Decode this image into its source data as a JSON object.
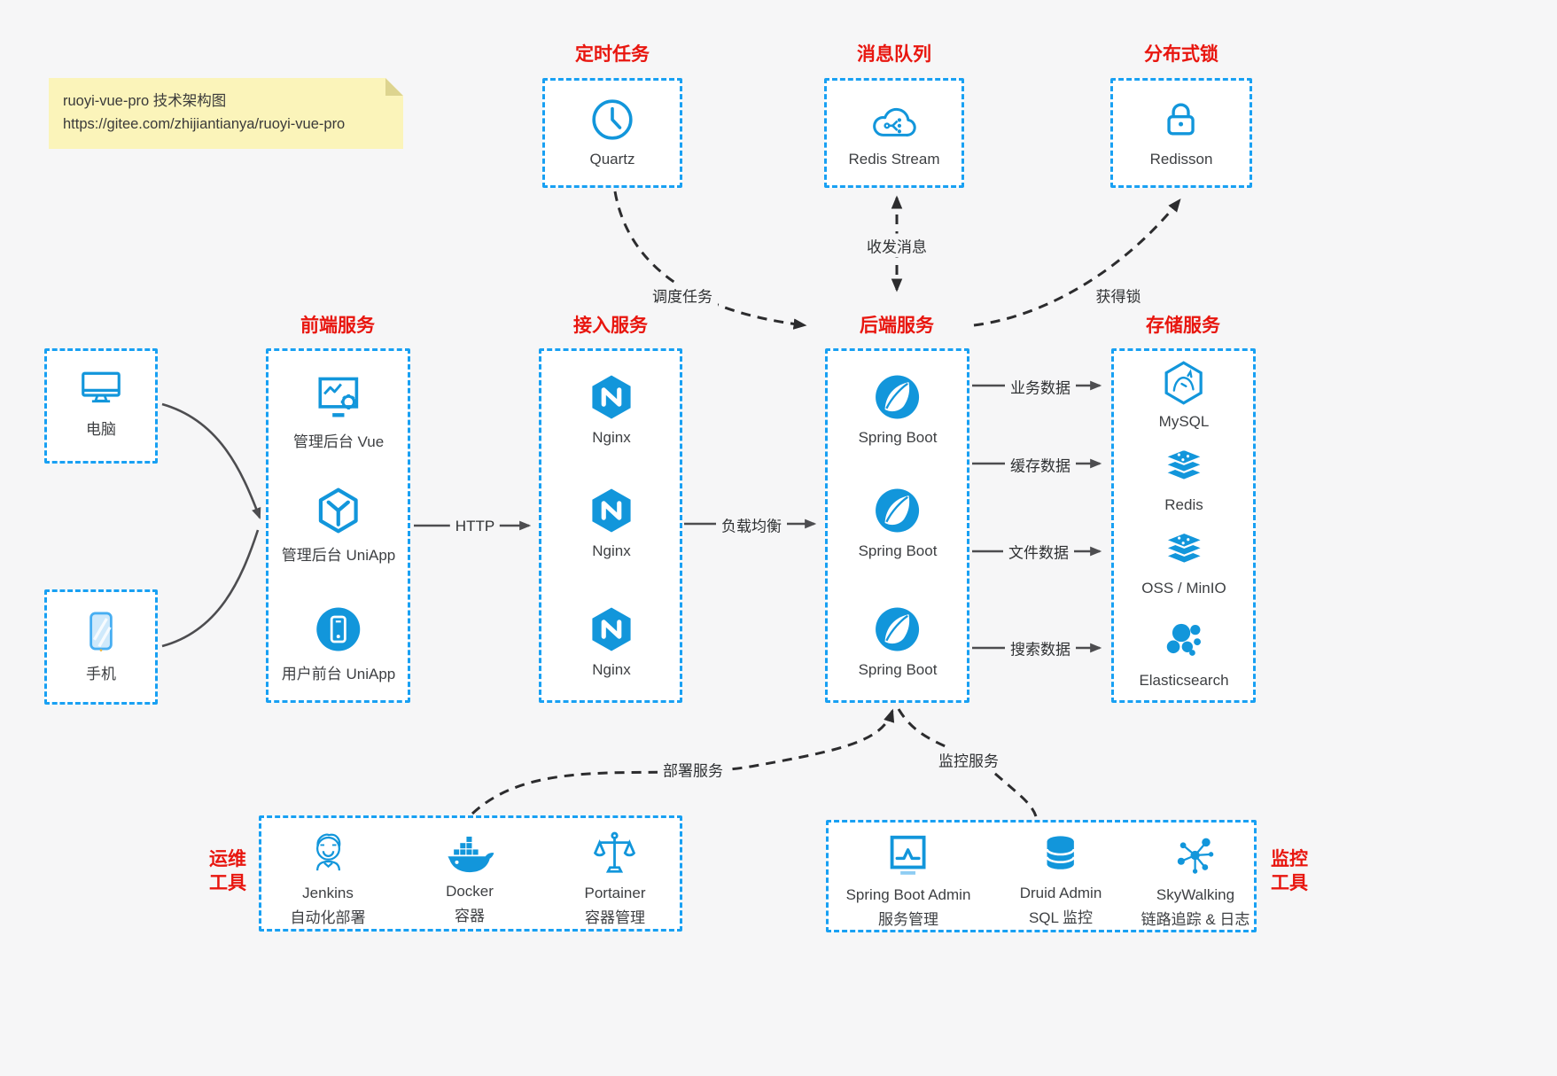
{
  "meta": {
    "bg": "#f6f6f7",
    "accent_blue": "#1296db",
    "border_blue": "#18a0f3",
    "title_red": "#e8160f",
    "note_bg": "#fbf4ba"
  },
  "note": {
    "line1": "ruoyi-vue-pro 技术架构图",
    "line2": "https://gitee.com/zhijiantianya/ruoyi-vue-pro"
  },
  "top_groups": [
    {
      "title": "定时任务",
      "item": {
        "icon": "clock-icon",
        "label": "Quartz"
      }
    },
    {
      "title": "消息队列",
      "item": {
        "icon": "mq-cloud-icon",
        "label": "Redis Stream"
      }
    },
    {
      "title": "分布式锁",
      "item": {
        "icon": "lock-icon",
        "label": "Redisson"
      }
    }
  ],
  "clients": [
    {
      "icon": "desktop-icon",
      "label": "电脑"
    },
    {
      "icon": "smartphone-icon",
      "label": "手机"
    }
  ],
  "columns": [
    {
      "title": "前端服务",
      "items": [
        {
          "icon": "admin-vue-icon",
          "label": "管理后台 Vue"
        },
        {
          "icon": "uniapp-cube-icon",
          "label": "管理后台 UniApp"
        },
        {
          "icon": "user-uniapp-icon",
          "label": "用户前台 UniApp"
        }
      ]
    },
    {
      "title": "接入服务",
      "items": [
        {
          "icon": "nginx-icon",
          "label": "Nginx"
        },
        {
          "icon": "nginx-icon",
          "label": "Nginx"
        },
        {
          "icon": "nginx-icon",
          "label": "Nginx"
        }
      ]
    },
    {
      "title": "后端服务",
      "items": [
        {
          "icon": "spring-boot-icon",
          "label": "Spring Boot"
        },
        {
          "icon": "spring-boot-icon",
          "label": "Spring Boot"
        },
        {
          "icon": "spring-boot-icon",
          "label": "Spring Boot"
        }
      ]
    },
    {
      "title": "存储服务",
      "items": [
        {
          "icon": "mysql-icon",
          "label": "MySQL"
        },
        {
          "icon": "redis-stack-icon",
          "label": "Redis"
        },
        {
          "icon": "oss-stack-icon",
          "label": "OSS / MinIO"
        },
        {
          "icon": "elasticsearch-icon",
          "label": "Elasticsearch"
        }
      ]
    }
  ],
  "edges": {
    "http": "HTTP",
    "load_balance": "负载均衡",
    "schedule": "调度任务",
    "messages": "收发消息",
    "acquire_lock": "获得锁",
    "business_data": "业务数据",
    "cache_data": "缓存数据",
    "file_data": "文件数据",
    "search_data": "搜索数据",
    "deploy": "部署服务",
    "monitor": "监控服务"
  },
  "bottom_groups": [
    {
      "title_line1": "运维",
      "title_line2": "工具",
      "items": [
        {
          "icon": "jenkins-icon",
          "label": "Jenkins",
          "sub": "自动化部署"
        },
        {
          "icon": "docker-icon",
          "label": "Docker",
          "sub": "容器"
        },
        {
          "icon": "portainer-icon",
          "label": "Portainer",
          "sub": "容器管理"
        }
      ]
    },
    {
      "title_line1": "监控",
      "title_line2": "工具",
      "items": [
        {
          "icon": "sba-icon",
          "label": "Spring Boot Admin",
          "sub": "服务管理"
        },
        {
          "icon": "druid-icon",
          "label": "Druid Admin",
          "sub": "SQL 监控"
        },
        {
          "icon": "skywalking-icon",
          "label": "SkyWalking",
          "sub": "链路追踪 & 日志"
        }
      ]
    }
  ]
}
